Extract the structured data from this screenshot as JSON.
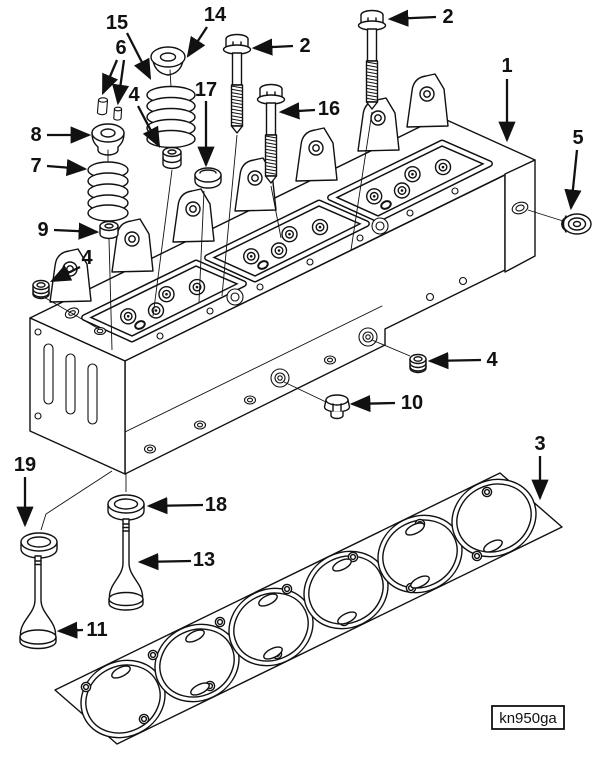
{
  "figure": {
    "background_color": "#ffffff",
    "line_color": "#111111",
    "code_label": "kn950ga",
    "callouts": [
      {
        "num": "15"
      },
      {
        "num": "14"
      },
      {
        "num": "6"
      },
      {
        "num": "4"
      },
      {
        "num": "17"
      },
      {
        "num": "2"
      },
      {
        "num": "2"
      },
      {
        "num": "16"
      },
      {
        "num": "1"
      },
      {
        "num": "5"
      },
      {
        "num": "8"
      },
      {
        "num": "7"
      },
      {
        "num": "9"
      },
      {
        "num": "4"
      },
      {
        "num": "4"
      },
      {
        "num": "10"
      },
      {
        "num": "3"
      },
      {
        "num": "19"
      },
      {
        "num": "18"
      },
      {
        "num": "13"
      },
      {
        "num": "11"
      }
    ]
  }
}
